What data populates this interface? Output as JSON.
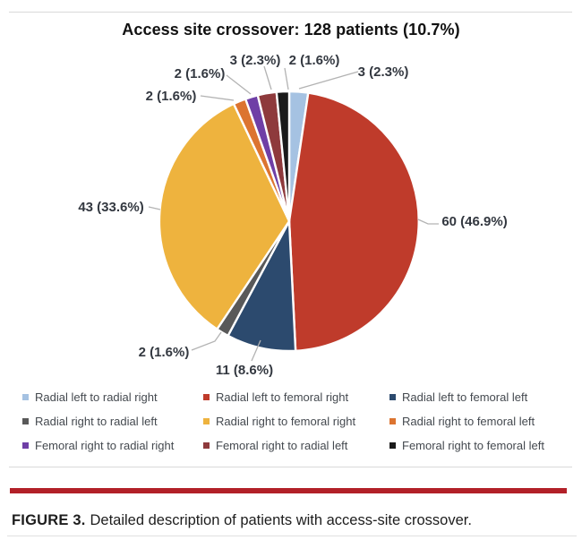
{
  "figure": {
    "caption_label": "FIGURE 3.",
    "caption_text": "Detailed description of patients with access-site crossover.",
    "accent_color": "#b22028"
  },
  "chart_data": {
    "type": "pie",
    "title": "Access site crossover: 128 patients (10.7%)",
    "total": 128,
    "start_angle_deg": 0,
    "direction": "clockwise",
    "legend_position": "bottom",
    "slices": [
      {
        "name": "Radial left to radial right",
        "value": 3,
        "pct": 2.3,
        "label": "3 (2.3%)",
        "color": "#a5c2e2"
      },
      {
        "name": "Radial left to femoral right",
        "value": 60,
        "pct": 46.9,
        "label": "60 (46.9%)",
        "color": "#bf3b2b"
      },
      {
        "name": "Radial left to femoral left",
        "value": 11,
        "pct": 8.6,
        "label": "11 (8.6%)",
        "color": "#2c4a6e"
      },
      {
        "name": "Radial right to radial left",
        "value": 2,
        "pct": 1.6,
        "label": "2 (1.6%)",
        "color": "#595959"
      },
      {
        "name": "Radial right to femoral right",
        "value": 43,
        "pct": 33.6,
        "label": "43 (33.6%)",
        "color": "#eeb33e"
      },
      {
        "name": "Radial right to femoral left",
        "value": 2,
        "pct": 1.6,
        "label": "2 (1.6%)",
        "color": "#dc7430"
      },
      {
        "name": "Femoral right to radial right",
        "value": 2,
        "pct": 1.6,
        "label": "2 (1.6%)",
        "color": "#6f3fa6"
      },
      {
        "name": "Femoral right to radial left",
        "value": 3,
        "pct": 2.3,
        "label": "3 (2.3%)",
        "color": "#8e3a3c"
      },
      {
        "name": "Femoral right to femoral left",
        "value": 2,
        "pct": 1.6,
        "label": "2 (1.6%)",
        "color": "#1a1a1a"
      }
    ]
  }
}
